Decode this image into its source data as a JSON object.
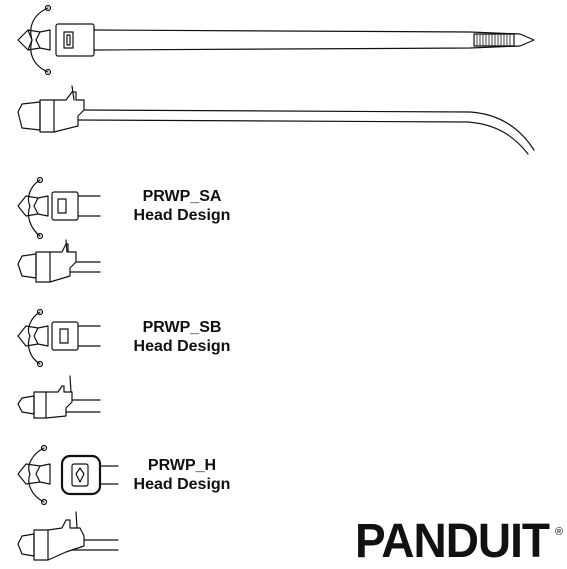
{
  "designs": [
    {
      "id": "sa",
      "name": "PRWP_SA",
      "caption": "Head Design"
    },
    {
      "id": "sb",
      "name": "PRWP_SB",
      "caption": "Head Design"
    },
    {
      "id": "h",
      "name": "PRWP_H",
      "caption": "Head Design"
    }
  ],
  "logo": {
    "text": "PANDUIT",
    "mark": "®"
  },
  "colors": {
    "line": "#111111",
    "background": "#ffffff"
  }
}
